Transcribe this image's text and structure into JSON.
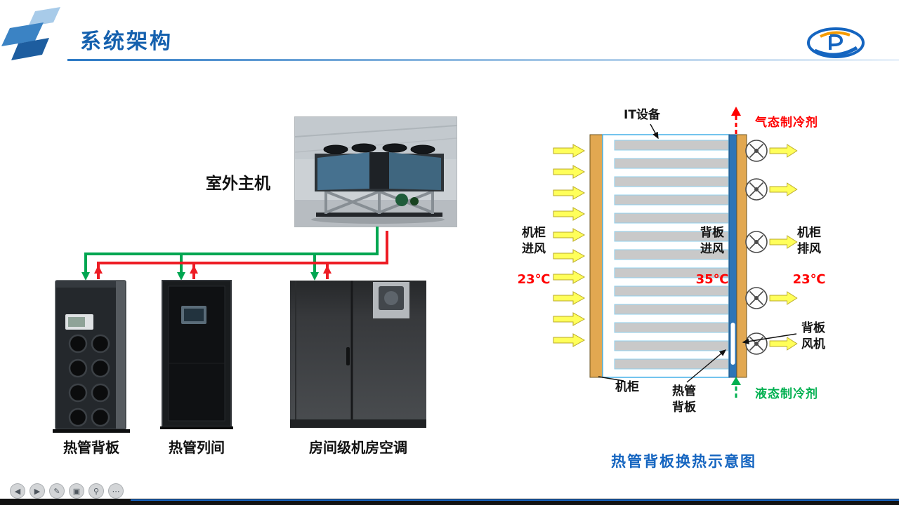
{
  "header": {
    "title": "系统架构"
  },
  "architecture": {
    "outdoor_unit_label": "室外主机",
    "unit_labels": [
      "热管背板",
      "热管列间",
      "房间级机房空调"
    ]
  },
  "schematic": {
    "it_equipment": "IT设备",
    "gas_refrigerant": "气态制冷剂",
    "liquid_refrigerant": "液态制冷剂",
    "cabinet_intake": {
      "line1": "机柜",
      "line2": "进风",
      "temp": "23℃"
    },
    "backplane_intake": {
      "line1": "背板",
      "line2": "进风",
      "temp": "35℃"
    },
    "cabinet_exhaust": {
      "line1": "机柜",
      "line2": "排风",
      "temp": "23℃"
    },
    "backplane_fan": {
      "line1": "背板",
      "line2": "风机"
    },
    "cabinet": "机柜",
    "heat_pipe": {
      "line1": "热管",
      "line2": "背板"
    },
    "caption": "热管背板换热示意图"
  },
  "presenter_controls": {
    "prev": "◀",
    "next": "▶",
    "pen": "✎",
    "panel": "▣",
    "zoom": "⚲",
    "more": "⋯"
  },
  "colors": {
    "title_blue": "#1460AE",
    "caption_blue": "#1565C0",
    "hot_red": "#FF0000",
    "cool_green": "#00B050",
    "supply_pipe_green": "#00A651",
    "return_pipe_red": "#ED1C24",
    "airflow_yellow": "#FFFF5A",
    "cabinet_tan": "#E2A851",
    "backplane_blue": "#2E75B6",
    "server_gray": "#C9C9C9"
  }
}
